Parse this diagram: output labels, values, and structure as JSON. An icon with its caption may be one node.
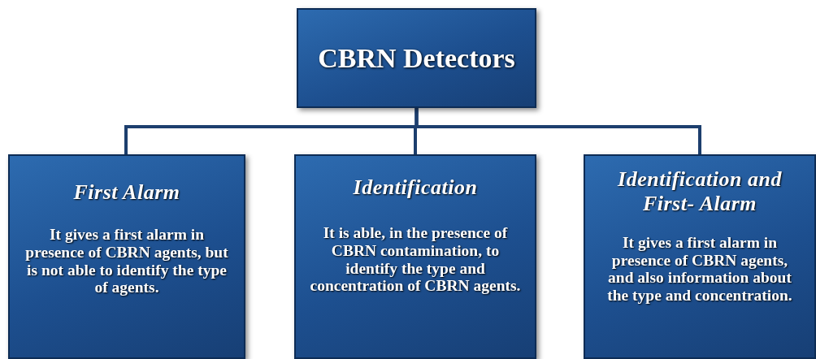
{
  "diagram": {
    "nodes": [
      {
        "text": [
          "CBRN Detectors"
        ]
      },
      {
        "text": [
          "First Alarm",
          "It gives a first alarm in presence of CBRN agents, but is not able to identify the type of agents."
        ]
      },
      {
        "text": [
          "Identification",
          "It is able, in the presence of CBRN contamination, to identify the type and concentration of CBRN agents."
        ]
      },
      {
        "text": [
          "Identification and First- Alarm",
          "It gives a first alarm in presence of CBRN agents, and also information about the type and concentration."
        ]
      }
    ],
    "edges": [
      {
        "from": 0,
        "to": 1,
        "arrow": "none"
      },
      {
        "from": 0,
        "to": 2,
        "arrow": "none"
      },
      {
        "from": 0,
        "to": 3,
        "arrow": "none"
      }
    ]
  }
}
